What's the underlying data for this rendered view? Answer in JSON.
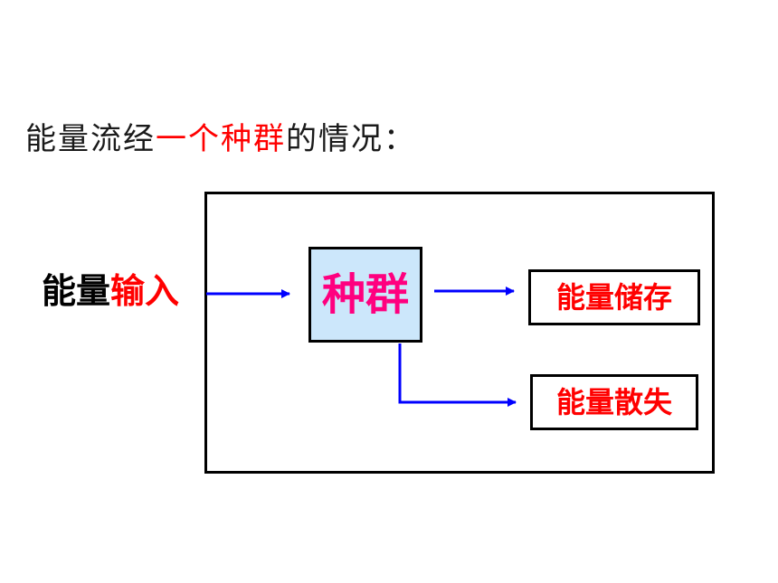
{
  "heading": {
    "prefix": "能量流经",
    "highlight": "一个种群",
    "suffix": "的情况："
  },
  "diagram": {
    "input_label_black": "能量",
    "input_label_red": "输入",
    "population_label": "种群",
    "storage_label": "能量储存",
    "dissipation_label": "能量散失"
  },
  "colors": {
    "arrow": "#0000ff",
    "highlight_red": "#ff0000",
    "population_text": "#ff007f",
    "population_fill": "#cce7fb"
  }
}
